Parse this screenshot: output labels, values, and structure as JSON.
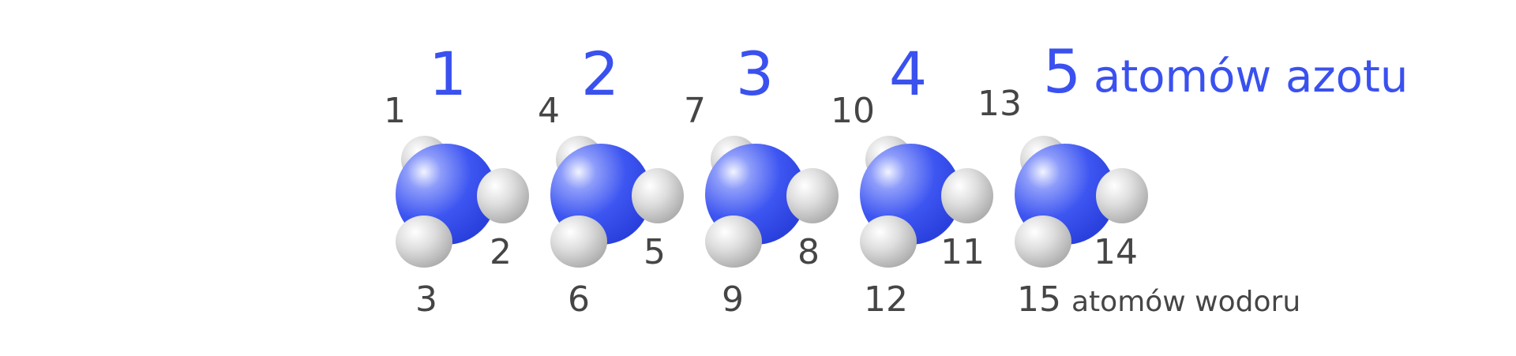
{
  "nitrogen_numbers": [
    "1",
    "2",
    "3",
    "4",
    "5"
  ],
  "nitrogen_caption": "atomów azotu",
  "hydrogen_numbers": [
    "1",
    "2",
    "3",
    "4",
    "5",
    "6",
    "7",
    "8",
    "9",
    "10",
    "11",
    "12",
    "13",
    "14",
    "15"
  ],
  "hydrogen_caption": "atomów wodoru",
  "colors": {
    "nitrogen": "#3a51ef",
    "hydrogen": "#c9c9c9",
    "text_dark": "#454545"
  },
  "molecules": [
    {
      "id": "nh3-1",
      "atoms": [
        "N",
        "H",
        "H",
        "H"
      ]
    },
    {
      "id": "nh3-2",
      "atoms": [
        "N",
        "H",
        "H",
        "H"
      ]
    },
    {
      "id": "nh3-3",
      "atoms": [
        "N",
        "H",
        "H",
        "H"
      ]
    },
    {
      "id": "nh3-4",
      "atoms": [
        "N",
        "H",
        "H",
        "H"
      ]
    },
    {
      "id": "nh3-5",
      "atoms": [
        "N",
        "H",
        "H",
        "H"
      ]
    }
  ]
}
